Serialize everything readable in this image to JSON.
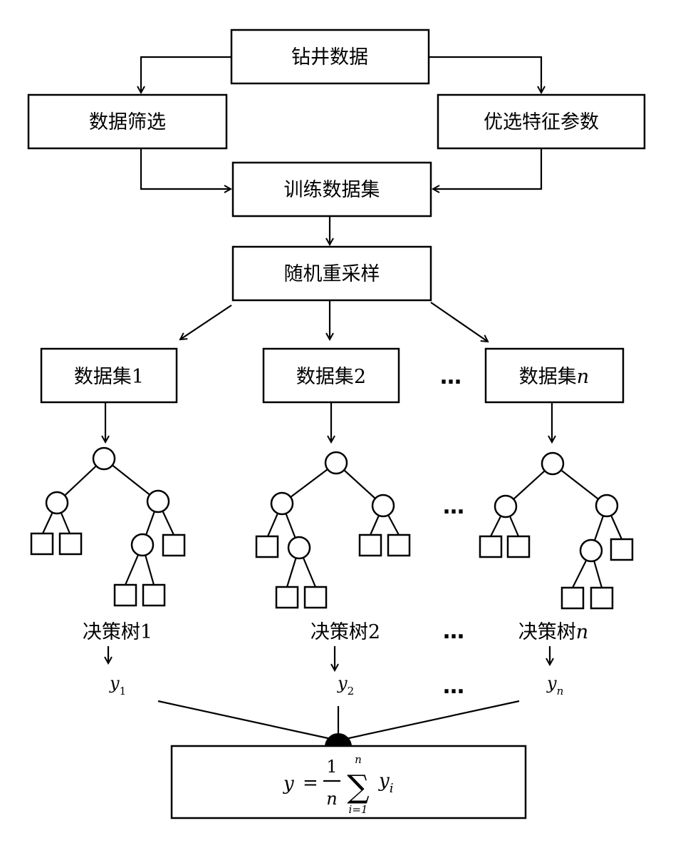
{
  "nodes": {
    "drilling_data": "钻井数据",
    "data_filtering": "数据筛选",
    "feature_selection": "优选特征参数",
    "training_set": "训练数据集",
    "resampling": "随机重采样"
  },
  "datasets": [
    {
      "prefix": "数据集",
      "suffix": "1"
    },
    {
      "prefix": "数据集",
      "suffix": "2"
    },
    {
      "prefix": "数据集",
      "suffix": "n"
    }
  ],
  "trees": [
    {
      "prefix": "决策树",
      "suffix": "1"
    },
    {
      "prefix": "决策树",
      "suffix": "2"
    },
    {
      "prefix": "决策树",
      "suffix": "n"
    }
  ],
  "outputs": [
    {
      "symbol": "y",
      "sub": "1"
    },
    {
      "symbol": "y",
      "sub": "2"
    },
    {
      "symbol": "y",
      "sub": "n"
    }
  ],
  "ellipsis": "…",
  "formula": {
    "lhs": "y",
    "equals": "=",
    "numerator": "1",
    "denominator": "n",
    "sigma": "∑",
    "upper": "n",
    "lower": "i=1",
    "term": "y",
    "term_sub": "i"
  }
}
